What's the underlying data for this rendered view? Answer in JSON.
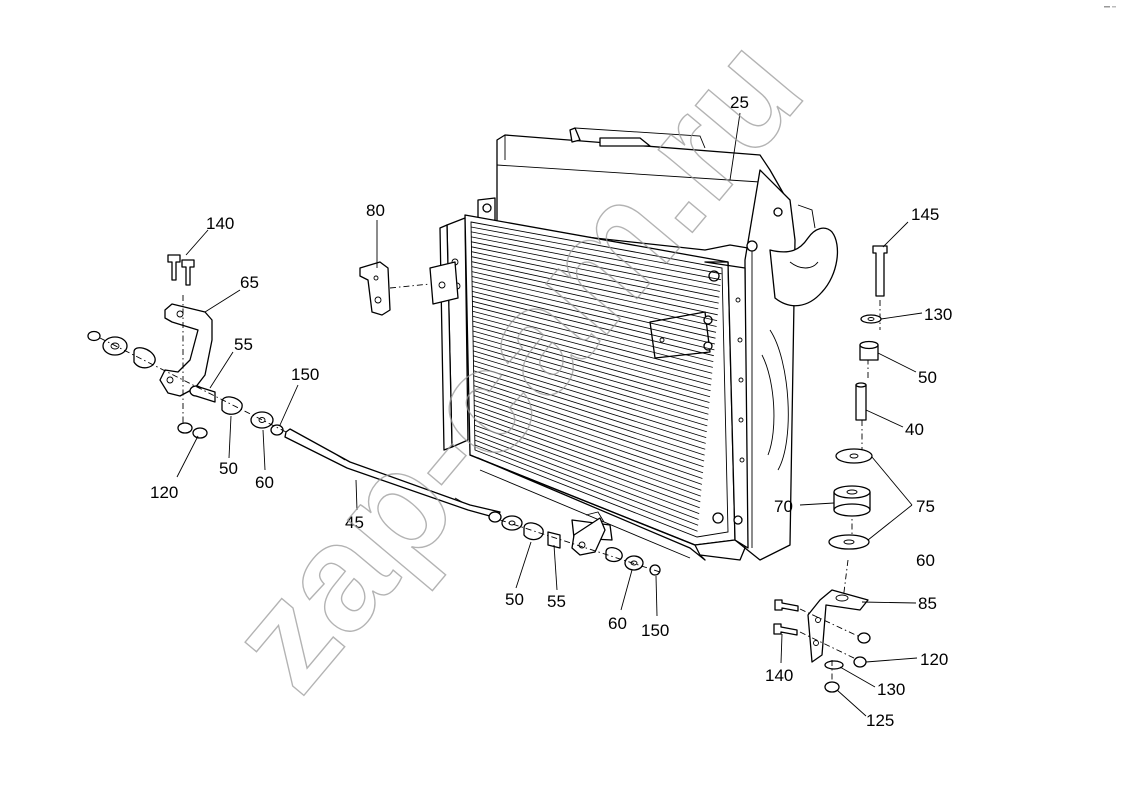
{
  "watermark": "zap-cam.ru",
  "callouts": [
    {
      "id": "25",
      "text": "25"
    },
    {
      "id": "80",
      "text": "80"
    },
    {
      "id": "140a",
      "text": "140"
    },
    {
      "id": "65",
      "text": "65"
    },
    {
      "id": "55a",
      "text": "55"
    },
    {
      "id": "150a",
      "text": "150"
    },
    {
      "id": "120a",
      "text": "120"
    },
    {
      "id": "50a",
      "text": "50"
    },
    {
      "id": "60a",
      "text": "60"
    },
    {
      "id": "45",
      "text": "45"
    },
    {
      "id": "50b",
      "text": "50"
    },
    {
      "id": "55b",
      "text": "55"
    },
    {
      "id": "60b",
      "text": "60"
    },
    {
      "id": "150b",
      "text": "150"
    },
    {
      "id": "145",
      "text": "145"
    },
    {
      "id": "130a",
      "text": "130"
    },
    {
      "id": "50c",
      "text": "50"
    },
    {
      "id": "40",
      "text": "40"
    },
    {
      "id": "75",
      "text": "75"
    },
    {
      "id": "70",
      "text": "70"
    },
    {
      "id": "60c",
      "text": "60"
    },
    {
      "id": "85",
      "text": "85"
    },
    {
      "id": "140b",
      "text": "140"
    },
    {
      "id": "120b",
      "text": "120"
    },
    {
      "id": "130b",
      "text": "130"
    },
    {
      "id": "125",
      "text": "125"
    }
  ]
}
